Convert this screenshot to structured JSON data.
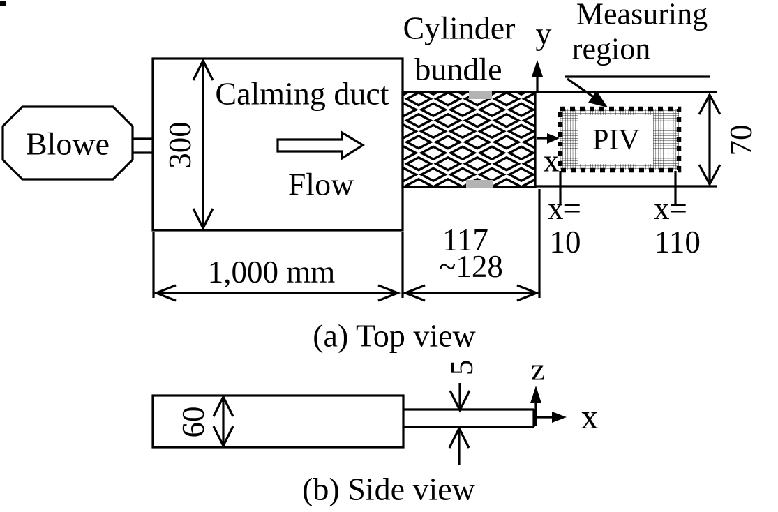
{
  "colors": {
    "line": "#000000",
    "background": "#ffffff",
    "tab_gray": "#b3b3b3"
  },
  "top_view": {
    "blower": "Blowe",
    "duct_label": "Calming duct",
    "flow_label": "Flow",
    "bundle_label": [
      "Cylinder",
      "bundle"
    ],
    "measuring_label": [
      "Measuring",
      "region"
    ],
    "piv": "PIV",
    "axis": {
      "x": "x",
      "y": "y"
    },
    "dims": {
      "width": "300",
      "length": "1,000 mm",
      "bundle": [
        "117",
        "~128"
      ],
      "channel_height": "70"
    },
    "x_positions": {
      "start": [
        "x=",
        "10"
      ],
      "end": [
        "x=",
        "110"
      ]
    },
    "caption": "(a) Top view"
  },
  "side_view": {
    "dims": {
      "height": "60",
      "slit": "5"
    },
    "axis": {
      "x": "x",
      "z": "z"
    },
    "caption": "(b) Side view"
  }
}
